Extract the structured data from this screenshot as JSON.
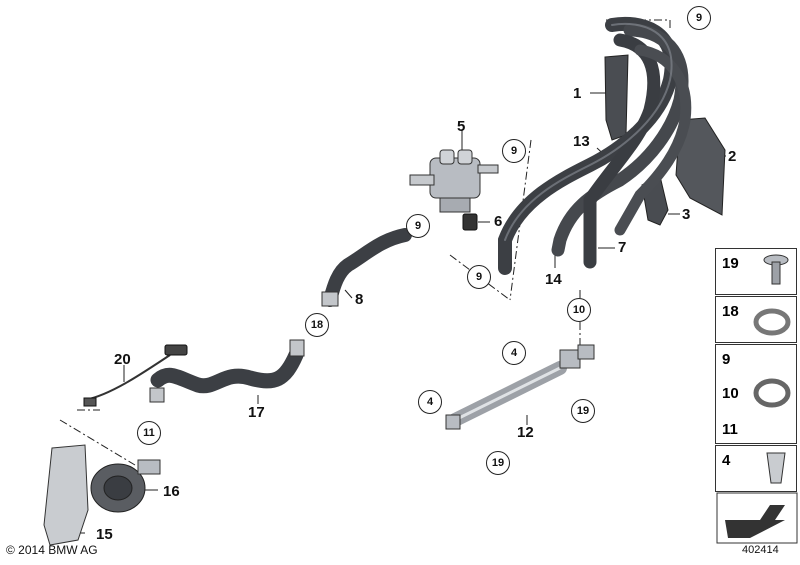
{
  "diagram": {
    "callouts": {
      "c1": "1",
      "c2": "2",
      "c3": "3",
      "c5": "5",
      "c6": "6",
      "c7": "7",
      "c8": "8",
      "c12": "12",
      "c13": "13",
      "c14": "14",
      "c15": "15",
      "c16": "16",
      "c17": "17",
      "c20": "20"
    },
    "circled": {
      "k9a": "9",
      "k9b": "9",
      "k9c": "9",
      "k9d": "9",
      "k10": "10",
      "k11": "11",
      "k18": "18",
      "k4a": "4",
      "k4b": "4",
      "k19a": "19",
      "k19b": "19"
    },
    "legend": {
      "r19": "19",
      "r18": "18",
      "r9": "9",
      "r10": "10",
      "r11": "11",
      "r4": "4"
    },
    "copyright": "© 2014 BMW AG",
    "image_id": "402414"
  },
  "colors": {
    "hose": "#3c3f44",
    "hose_hi": "#8b9097",
    "metal": "#b8bcc2",
    "line": "#222222"
  }
}
